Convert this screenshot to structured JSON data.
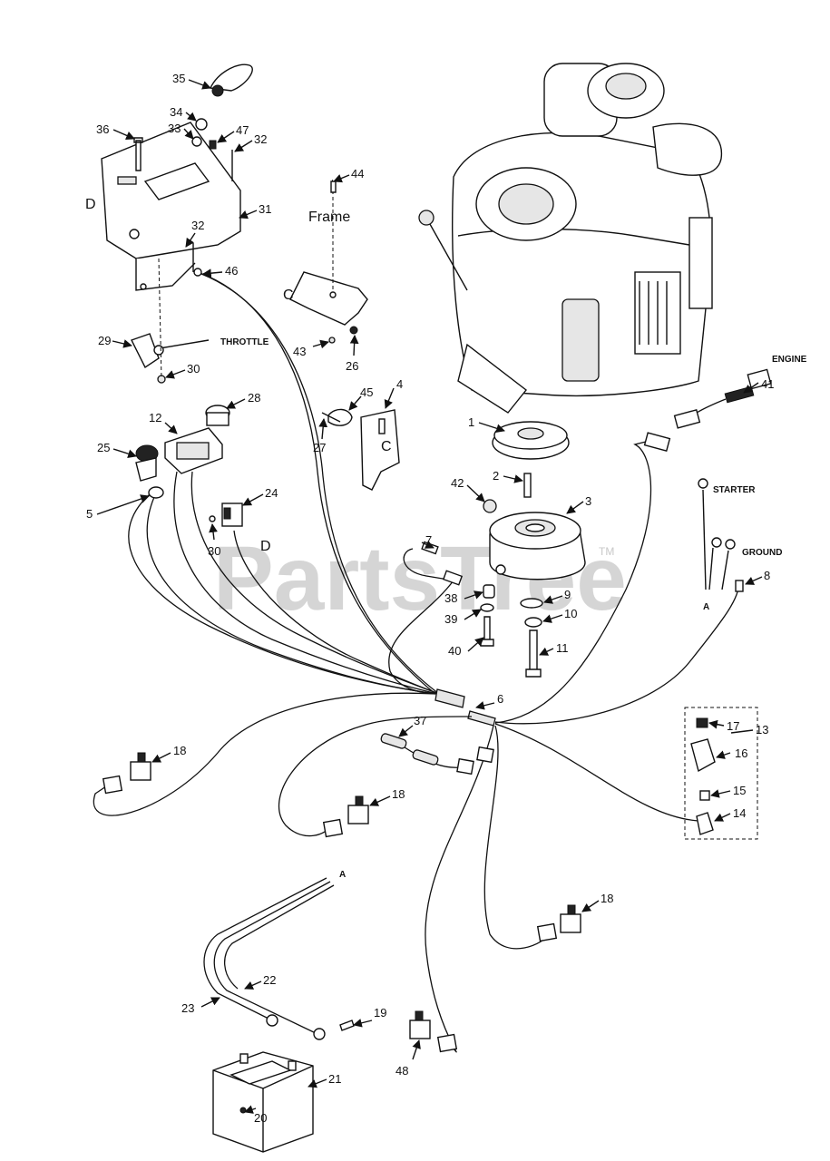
{
  "watermark": {
    "text": "PartsTree",
    "trademark": "TM"
  },
  "labels": {
    "frame": "Frame",
    "throttle": "THROTTLE",
    "engine": "ENGINE",
    "starter": "STARTER",
    "ground": "GROUND",
    "ref_d": "D",
    "ref_c": "C",
    "ref_a": "A"
  },
  "callouts": {
    "n1": "1",
    "n2": "2",
    "n3": "3",
    "n4": "4",
    "n5": "5",
    "n6": "6",
    "n7": "7",
    "n8": "8",
    "n9": "9",
    "n10": "10",
    "n11": "11",
    "n12": "12",
    "n13": "13",
    "n14": "14",
    "n15": "15",
    "n16": "16",
    "n17": "17",
    "n18": "18",
    "n19": "19",
    "n20": "20",
    "n21": "21",
    "n22": "22",
    "n23": "23",
    "n24": "24",
    "n25": "25",
    "n26": "26",
    "n27": "27",
    "n28": "28",
    "n29": "29",
    "n30": "30",
    "n31": "31",
    "n32": "32",
    "n33": "33",
    "n34": "34",
    "n35": "35",
    "n36": "36",
    "n37": "37",
    "n38": "38",
    "n39": "39",
    "n40": "40",
    "n41": "41",
    "n42": "42",
    "n43": "43",
    "n44": "44",
    "n45": "45",
    "n46": "46",
    "n47": "47",
    "n48": "48"
  }
}
